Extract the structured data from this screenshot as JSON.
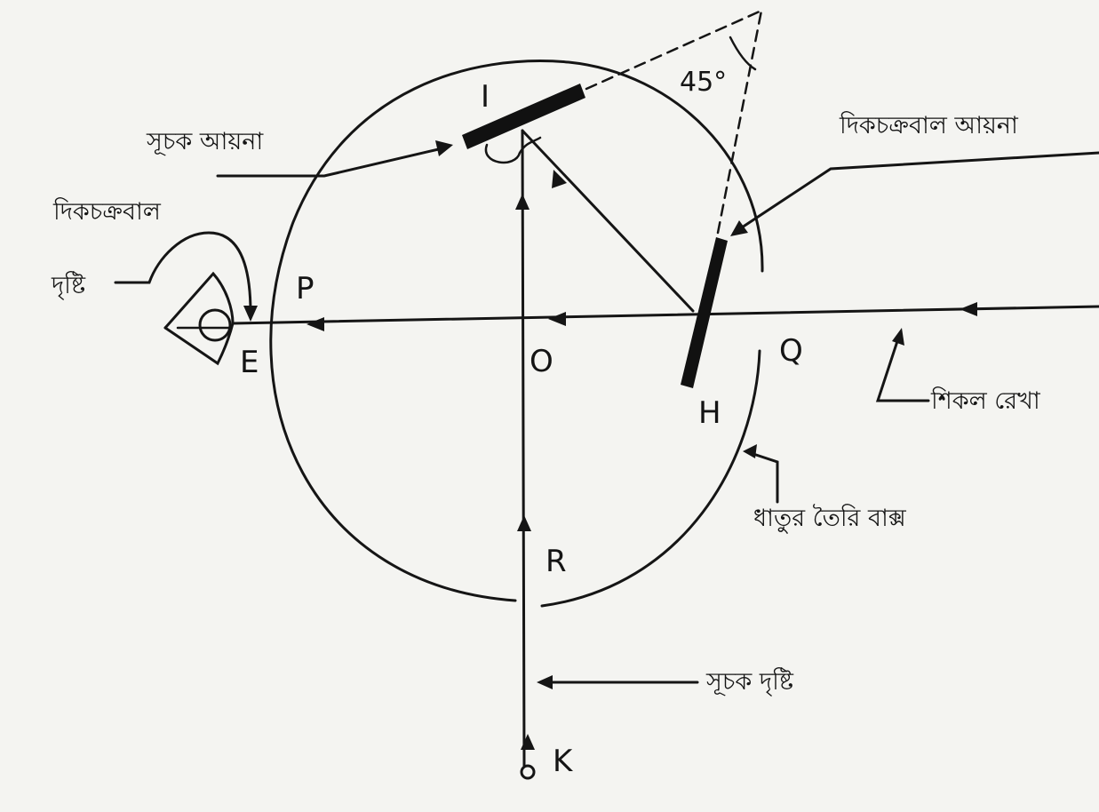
{
  "labels": {
    "point_i": "I",
    "point_p": "P",
    "point_e": "E",
    "point_o": "O",
    "point_q": "Q",
    "point_h": "H",
    "point_r": "R",
    "point_k": "K",
    "angle": "45°",
    "index_mirror": "সূচক আয়না",
    "horizon_mirror": "দিকচক্রবাল আয়না",
    "horizon_sight_1": "দিকচক্রবাল",
    "horizon_sight_2": "দৃষ্টি",
    "chain_line": "শিকল রেখা",
    "metal_box": "ধাতুর তৈরি বাক্স",
    "index_sight": "সূচক দৃষ্টি"
  }
}
